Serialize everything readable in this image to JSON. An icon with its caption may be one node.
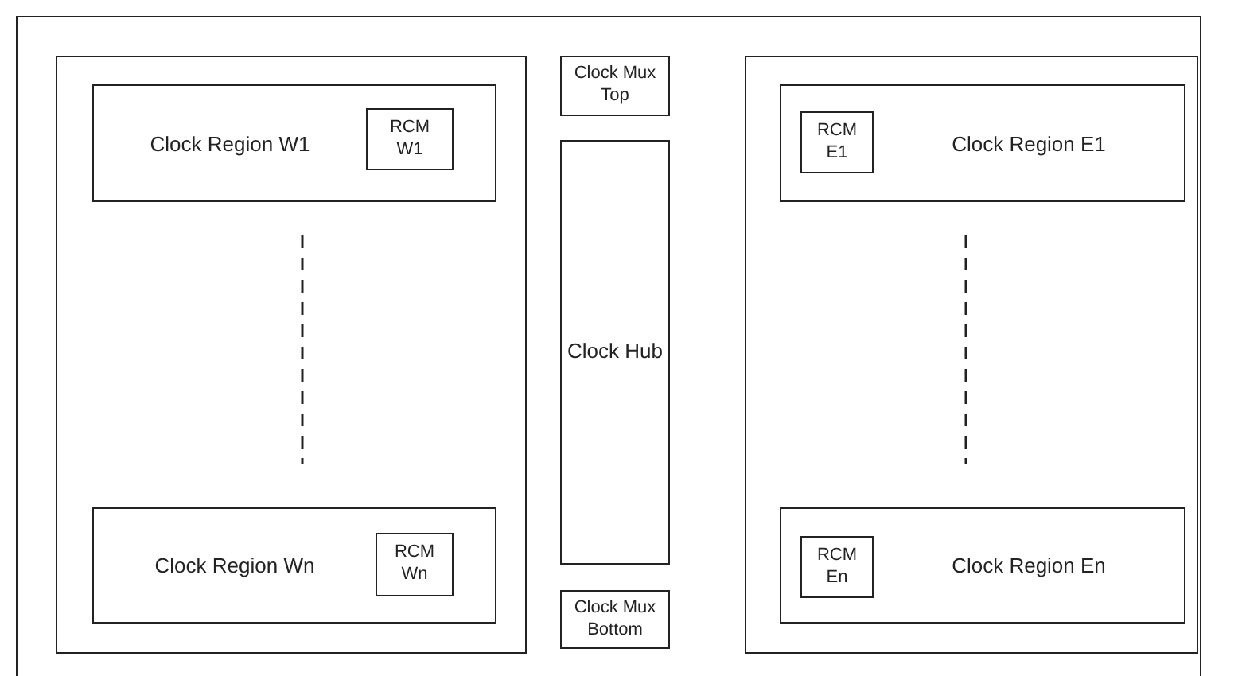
{
  "diagram": {
    "nodes": [
      {
        "text": [],
        "shape": "box"
      },
      {
        "text": [
          "Clock Region W1"
        ],
        "in": 0
      },
      {
        "text": [
          "RCM W1"
        ],
        "in": 1
      },
      {
        "text": [
          "Clock Region Wn"
        ],
        "in": 0
      },
      {
        "text": [
          "RCM Wn"
        ],
        "in": 3
      },
      {
        "text": [
          "Clock Mux Top"
        ]
      },
      {
        "text": [
          "Clock Hub"
        ]
      },
      {
        "text": [
          "Clock Mux Bottom"
        ]
      },
      {
        "text": [],
        "shape": "box"
      },
      {
        "text": [
          "Clock Region E1"
        ],
        "in": 8
      },
      {
        "text": [
          "RCM E1"
        ],
        "in": 9
      },
      {
        "text": [
          "Clock Region En"
        ],
        "in": 8
      },
      {
        "text": [
          "RCM En"
        ],
        "in": 11
      }
    ],
    "edges": []
  }
}
